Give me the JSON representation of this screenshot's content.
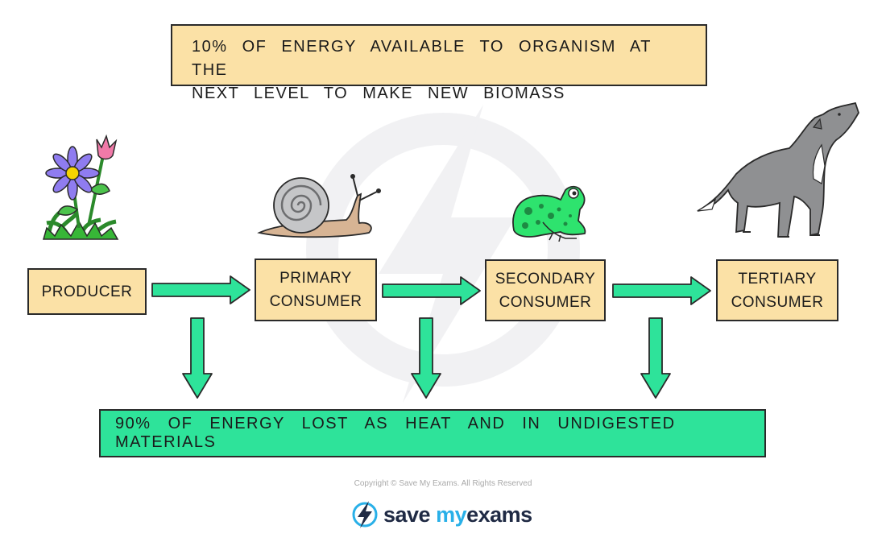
{
  "top_note": {
    "line1": "10% OF ENERGY AVAILABLE TO ORGANISM AT THE",
    "line2": "NEXT LEVEL TO MAKE NEW BIOMASS"
  },
  "stages": [
    {
      "id": "producer",
      "line1": "PRODUCER",
      "line2": "",
      "icon": "flower-icon"
    },
    {
      "id": "primary",
      "line1": "PRIMARY",
      "line2": "CONSUMER",
      "icon": "snail-icon"
    },
    {
      "id": "secondary",
      "line1": "SECONDARY",
      "line2": "CONSUMER",
      "icon": "frog-icon"
    },
    {
      "id": "tertiary",
      "line1": "TERTIARY",
      "line2": "CONSUMER",
      "icon": "wolf-icon"
    }
  ],
  "bottom_note": "90% OF ENERGY LOST AS HEAT AND IN UNDIGESTED MATERIALS",
  "footer": {
    "copyright": "Copyright © Save My Exams. All Rights Reserved",
    "logo_word1": "save",
    "logo_word2": "my",
    "logo_word3": "exams"
  },
  "colors": {
    "box_fill": "#fbe1a6",
    "arrow_fill": "#2ee39a",
    "outline": "#2a2a2a",
    "brand_dark": "#1f2a44",
    "brand_blue": "#29b0e8"
  }
}
